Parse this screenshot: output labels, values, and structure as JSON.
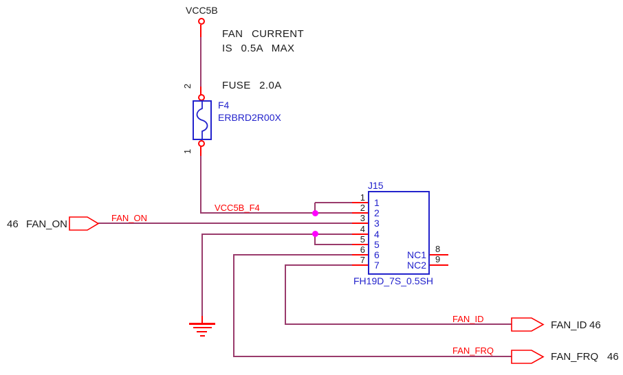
{
  "note": {
    "line1": "FAN CURRENT",
    "line2": "IS 0.5A MAX",
    "fuse": "FUSE 2.0A"
  },
  "power": {
    "net": "VCC5B"
  },
  "fuse": {
    "refdes": "F4",
    "part_number": "ERBRD2R00X",
    "pin_top_number": "2",
    "pin_bottom_number": "1"
  },
  "connector": {
    "refdes": "J15",
    "part_number": "FH19D_7S_0.5SH",
    "left_pins": [
      {
        "number": "1",
        "name": "1"
      },
      {
        "number": "2",
        "name": "2"
      },
      {
        "number": "3",
        "name": "3"
      },
      {
        "number": "4",
        "name": "4"
      },
      {
        "number": "5",
        "name": "5"
      },
      {
        "number": "6",
        "name": "6"
      },
      {
        "number": "7",
        "name": "7"
      }
    ],
    "right_pins": [
      {
        "number": "8",
        "name": "NC1"
      },
      {
        "number": "9",
        "name": "NC2"
      }
    ]
  },
  "net_labels": {
    "vcc5b_f4": "VCC5B_F4",
    "fan_on": "FAN_ON",
    "fan_id": "FAN_ID",
    "fan_frq": "FAN_FRQ"
  },
  "off_page": {
    "fan_on": {
      "sheet": "46",
      "signal": "FAN_ON"
    },
    "fan_id": {
      "signal": "FAN_ID",
      "sheet": "46"
    },
    "fan_frq": {
      "signal": "FAN_FRQ",
      "sheet": "46"
    }
  },
  "colors": {
    "background": "#FFFFFF",
    "wire": "#993A6B",
    "pin_red": "#FF0000",
    "symbol_blue": "#2222CC",
    "junction_magenta": "#FF00FF",
    "text_black": "#1A1A1A"
  }
}
